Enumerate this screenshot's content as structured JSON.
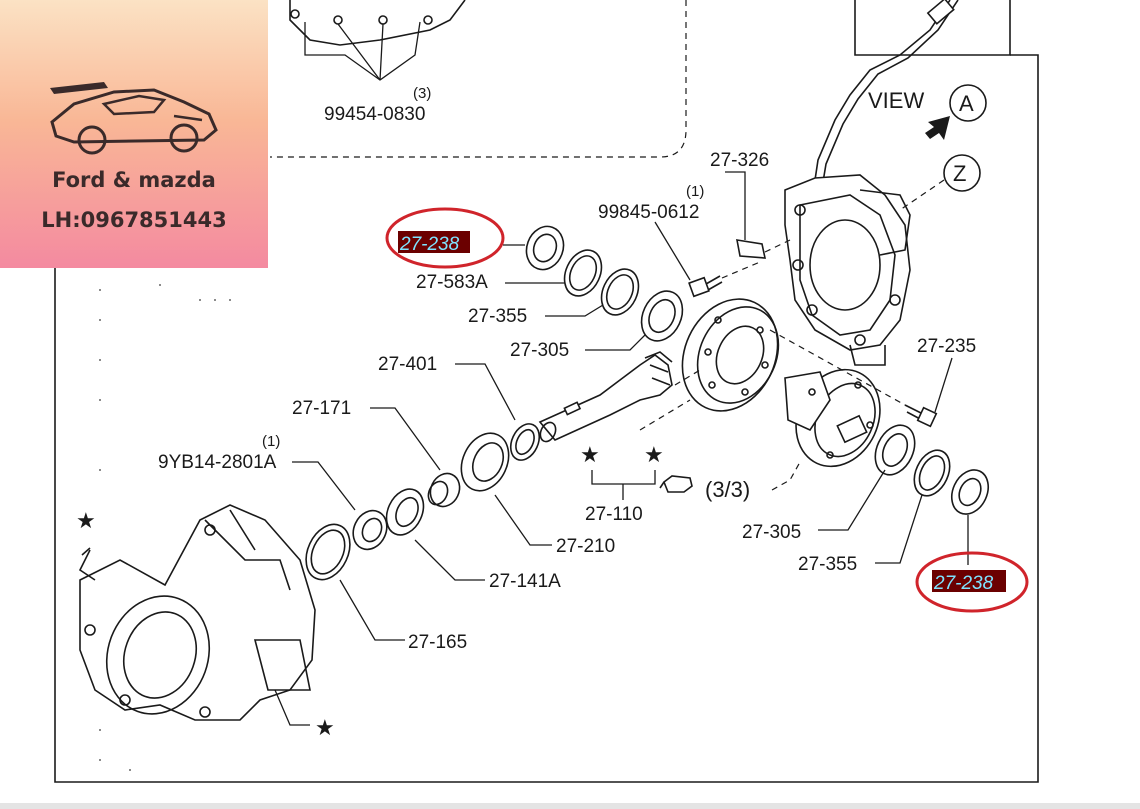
{
  "brand": {
    "name": "Ford & mazda",
    "phone": "LH:0967851443"
  },
  "view_labels": {
    "view_text": "VIEW",
    "view_letter": "A",
    "z_letter": "Z",
    "ref_3_3": "(3/3)"
  },
  "parts": {
    "p_99454_0830": "99454-0830",
    "q_99454": "(3)",
    "p_27_326": "27-326",
    "p_99845_0612": "99845-0612",
    "q_99845": "(1)",
    "p_27_238_top": "27-238",
    "p_27_583a": "27-583A",
    "p_27_355_top": "27-355",
    "p_27_305_top": "27-305",
    "p_27_401": "27-401",
    "p_27_171": "27-171",
    "p_9yb14": "9YB14-2801A",
    "q_9yb14": "(1)",
    "p_27_110": "27-110",
    "p_27_210": "27-210",
    "p_27_141a": "27-141A",
    "p_27_165": "27-165",
    "p_27_235": "27-235",
    "p_27_305_bot": "27-305",
    "p_27_355_bot": "27-355",
    "p_27_238_bot": "27-238"
  },
  "colors": {
    "highlight_circle": "#d0242b",
    "highlight_bg": "#6b0000",
    "highlight_text": "#7fe3ff",
    "line": "#1a1a1a"
  },
  "icons": [
    "car-logo-icon",
    "star-icon",
    "view-arrow-icon",
    "hand-pointer-icon"
  ]
}
